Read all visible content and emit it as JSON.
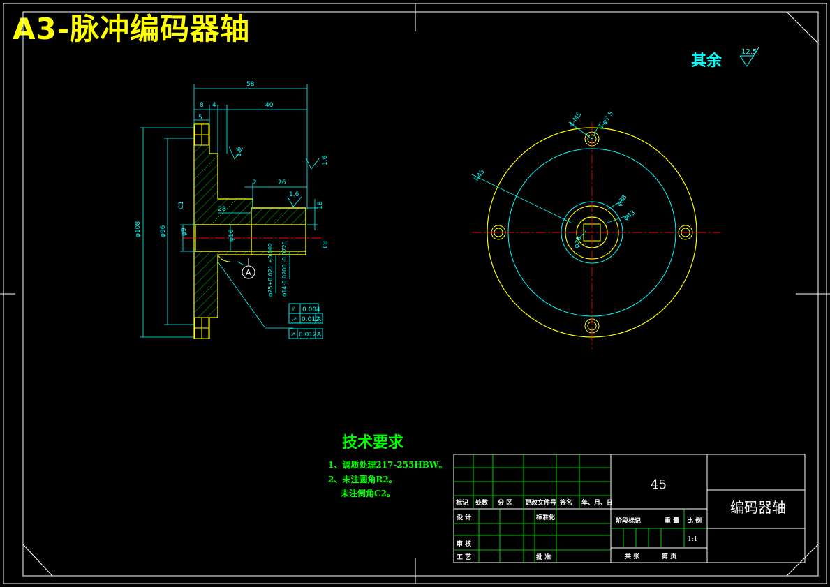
{
  "title": "A3-脉冲编码器轴",
  "roughness_rest": {
    "label": "其余",
    "value": "12.5"
  },
  "section_view": {
    "dims_top": {
      "overall": "58",
      "a": "8",
      "b": "4",
      "c": "5",
      "d": "40"
    },
    "dims_inner": {
      "e": "2",
      "f": "26",
      "g": "28"
    },
    "roughness": [
      "1.6",
      "1.6",
      "1.6"
    ],
    "dia_large": "φ108",
    "dia_mid": "φ96",
    "dia_small": "φ9",
    "dia_16": "φ16",
    "chamfer": "C1",
    "dim_18": "18",
    "dim_r1": "R1",
    "fit_25": "φ25+0.021 +0.002",
    "fit_14": "φ14-0.0200 -0.0720",
    "datum": "A",
    "tol1": {
      "sym": "⫽",
      "value": "0.004"
    },
    "tol2": {
      "sym": "↗",
      "value": "0.012",
      "datum": "A"
    },
    "tol3": {
      "sym": "↗",
      "value": "0.012",
      "datum": "A"
    }
  },
  "end_view": {
    "label_holes1": "4-M5",
    "label_holes2": "4-φ7.5",
    "r45": "R45",
    "d38": "φ38",
    "d43": "φ43",
    "d23": "φ23"
  },
  "tech_req": {
    "heading": "技术要求",
    "lines": [
      "1、调质处理217-255HBW。",
      "2、未注圆角R2。",
      "未注倒角C2。"
    ]
  },
  "title_block": {
    "material": "45",
    "part_name": "编码器轴",
    "rev_headers": [
      "标记",
      "处数",
      "分 区",
      "更改文件号",
      "签名",
      "年、月、日"
    ],
    "design": "设 计",
    "standardize": "标准化",
    "check": "审 核",
    "process": "工 艺",
    "approve": "批 准",
    "stage": "阶段标记",
    "weight": "重 量",
    "ratio_label": "比 例",
    "ratio": "1:1",
    "sheets_total": "共    张",
    "sheet_no": "第    页"
  }
}
